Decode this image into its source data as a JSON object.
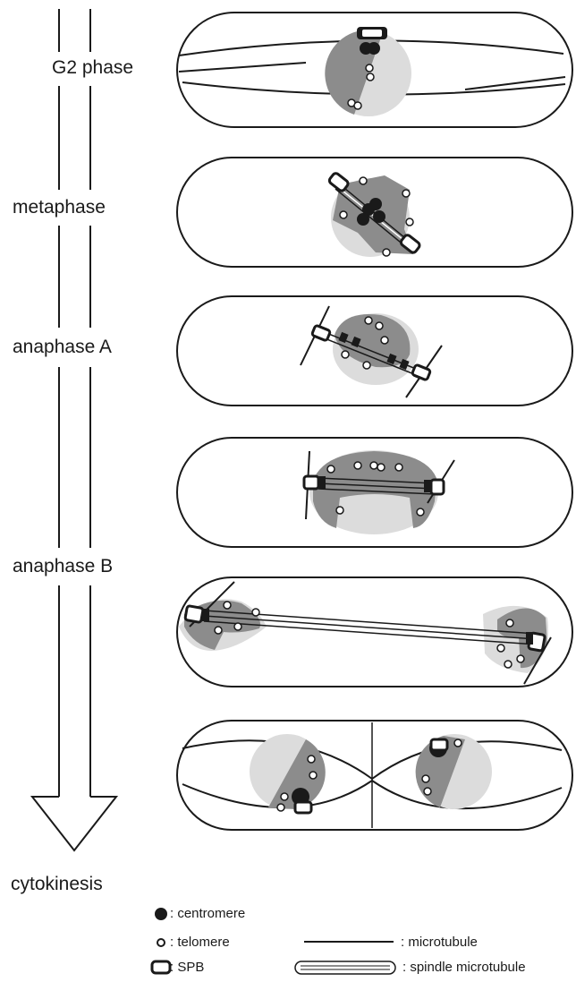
{
  "stages": [
    {
      "id": "g2",
      "label": "G2 phase"
    },
    {
      "id": "metaphase",
      "label": "metaphase"
    },
    {
      "id": "anaphase_a",
      "label": "anaphase A"
    },
    {
      "id": "anaphase_b",
      "label": "anaphase B"
    },
    {
      "id": "cytokinesis",
      "label": "cytokinesis"
    }
  ],
  "legend": {
    "centromere": ": centromere",
    "telomere": ": telomere",
    "microtubule": ": microtubule",
    "spb": ": SPB",
    "spindle_microtubule": ": spindle microtubule"
  },
  "colors": {
    "chromatin_dark": "#8c8c8c",
    "nucleus_light": "#dcdcdc",
    "outline": "#1a1a1a"
  }
}
